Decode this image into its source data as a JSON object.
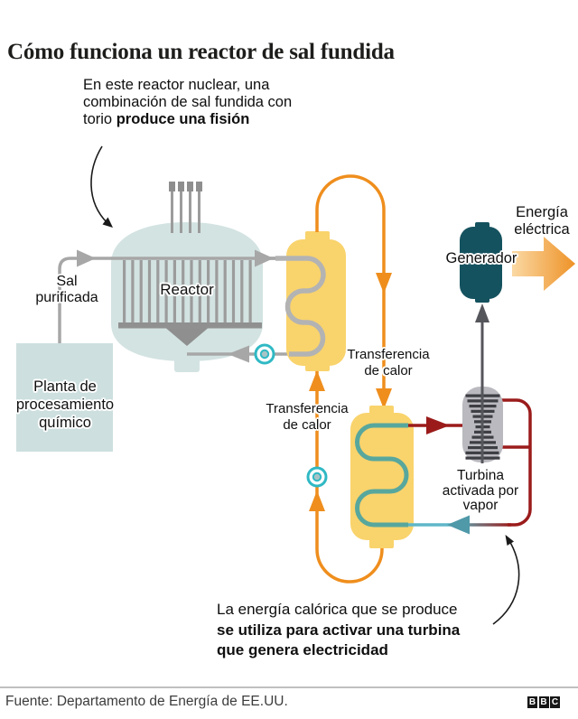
{
  "title": "Cómo funciona un reactor de sal fundida",
  "annotations": {
    "top": {
      "line1": "En este reactor nuclear, una",
      "line2": "combinación de sal fundida con",
      "line3_regular": "torio ",
      "line3_bold": "produce una fisión"
    },
    "bottom": {
      "line1": "La energía calórica que se produce",
      "line2_bold": "se utiliza para activar una turbina",
      "line3_bold": "que genera electricidad"
    }
  },
  "diagram": {
    "labels": {
      "purified_salt": "Sal\npurificada",
      "processing_plant": "Planta de\nprocesamiento\nquímico",
      "reactor": "Reactor",
      "heat_transfer_right": "Transferencia\nde calor",
      "heat_transfer_left": "Transferencia\nde calor",
      "generator": "Generador",
      "electric_energy": "Energía\neléctrica",
      "turbine": "Turbina\nactivada por\nvapor"
    },
    "colors": {
      "vessel_fill": "#d3e3e2",
      "plant_fill": "#cddfdf",
      "pipe_gray": "#a7a7a7",
      "rod_gray": "#9c9c9c",
      "hardware_gray": "#8e8e8e",
      "exchanger_yellow": "#f9d36c",
      "coil_gray": "#b3b3b3",
      "coil_teal": "#58a79d",
      "loop_orange": "#ef8e1d",
      "pump_teal": "#2fb9c4",
      "steam_red": "#9b1b1b",
      "water_blue": "#5fb7c8",
      "turbine_body": "#b9b9bf",
      "turbine_blades": "#3d3d44",
      "generator_teal": "#15525f",
      "electric_arrow_light": "#fbd9a4",
      "electric_arrow_dark": "#ee9227"
    }
  },
  "footer": {
    "source": "Fuente: Departamento de Energía de EE.UU.",
    "logo_letters": [
      "B",
      "B",
      "C"
    ]
  }
}
